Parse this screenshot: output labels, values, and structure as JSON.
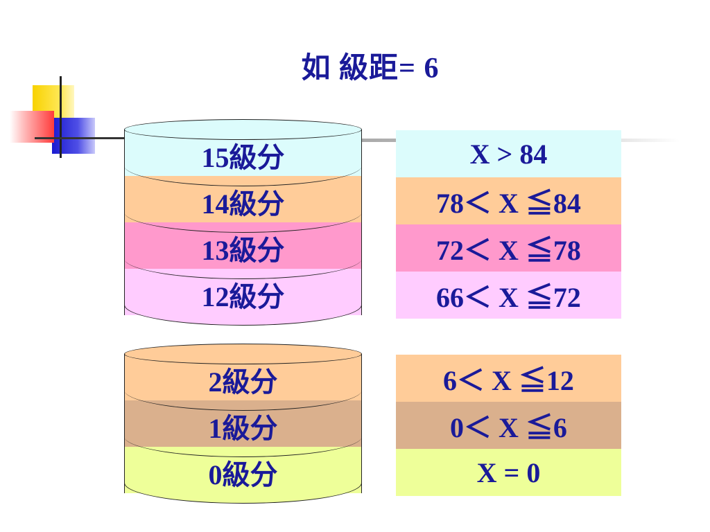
{
  "title": "如 級距= 6",
  "colors": {
    "text": "#1a1a99",
    "cyan": "#dcfcfc",
    "peach": "#ffcc99",
    "pink": "#ff99cc",
    "lavender": "#ffccff",
    "tan": "#dab08d",
    "lime": "#eeff99"
  },
  "top_cylinder": {
    "bands": [
      {
        "label": "15級分",
        "color": "#dcfcfc"
      },
      {
        "label": "14級分",
        "color": "#ffcc99"
      },
      {
        "label": "13級分",
        "color": "#ff99cc"
      },
      {
        "label": "12級分",
        "color": "#ffccff"
      }
    ]
  },
  "bottom_cylinder": {
    "bands": [
      {
        "label": "2級分",
        "color": "#ffcc99"
      },
      {
        "label": "1級分",
        "color": "#dab08d"
      },
      {
        "label": "0級分",
        "color": "#eeff99"
      }
    ]
  },
  "top_table": {
    "rows": [
      {
        "text": "X > 84",
        "color": "#dcfcfc"
      },
      {
        "text": "78＜ X ≦84",
        "color": "#ffcc99"
      },
      {
        "text": "72＜ X ≦78",
        "color": "#ff99cc"
      },
      {
        "text": "66＜ X ≦72",
        "color": "#ffccff"
      }
    ]
  },
  "bottom_table": {
    "rows": [
      {
        "text": "6＜ X ≦12",
        "color": "#ffcc99"
      },
      {
        "text": "0＜ X ≦6",
        "color": "#dab08d"
      },
      {
        "text": "X = 0",
        "color": "#eeff99"
      }
    ]
  }
}
